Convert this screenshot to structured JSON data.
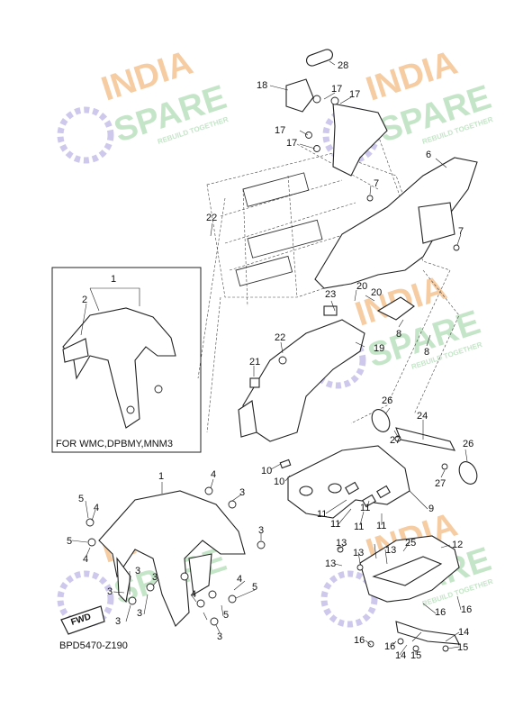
{
  "watermark": {
    "brand_line1": "INDIA",
    "brand_line2": "SPARE",
    "tagline": "REBUILD TOGETHER",
    "colors": {
      "orange": "#f6c79a",
      "green": "#bfe3c3",
      "purple": "#c9c3ea"
    }
  },
  "inset": {
    "caption": "FOR WMC,DPBMY,MNM3"
  },
  "diagram_code": "BPD5470-Z190",
  "fwd_label": "FWD",
  "callouts": [
    {
      "id": "c28",
      "text": "28"
    },
    {
      "id": "c18",
      "text": "18"
    },
    {
      "id": "c17a",
      "text": "17"
    },
    {
      "id": "c17b",
      "text": "17"
    },
    {
      "id": "c17c",
      "text": "17"
    },
    {
      "id": "c17d",
      "text": "17"
    },
    {
      "id": "c6",
      "text": "6"
    },
    {
      "id": "c7a",
      "text": "7"
    },
    {
      "id": "c7b",
      "text": "7"
    },
    {
      "id": "c22a",
      "text": "22"
    },
    {
      "id": "c1a",
      "text": "1"
    },
    {
      "id": "c2",
      "text": "2"
    },
    {
      "id": "c20a",
      "text": "20"
    },
    {
      "id": "c20b",
      "text": "20"
    },
    {
      "id": "c23",
      "text": "23"
    },
    {
      "id": "c8a",
      "text": "8"
    },
    {
      "id": "c8b",
      "text": "8"
    },
    {
      "id": "c22b",
      "text": "22"
    },
    {
      "id": "c21",
      "text": "21"
    },
    {
      "id": "c19",
      "text": "19"
    },
    {
      "id": "c26a",
      "text": "26"
    },
    {
      "id": "c24",
      "text": "24"
    },
    {
      "id": "c27a",
      "text": "27"
    },
    {
      "id": "c26b",
      "text": "26"
    },
    {
      "id": "c27b",
      "text": "27"
    },
    {
      "id": "c10a",
      "text": "10"
    },
    {
      "id": "c10b",
      "text": "10"
    },
    {
      "id": "c1b",
      "text": "1"
    },
    {
      "id": "c4a",
      "text": "4"
    },
    {
      "id": "c3a",
      "text": "3"
    },
    {
      "id": "c5a",
      "text": "5"
    },
    {
      "id": "c4b",
      "text": "4"
    },
    {
      "id": "c5b",
      "text": "5"
    },
    {
      "id": "c4c",
      "text": "4"
    },
    {
      "id": "c3b",
      "text": "3"
    },
    {
      "id": "c3c",
      "text": "3"
    },
    {
      "id": "c3d",
      "text": "3"
    },
    {
      "id": "c3e",
      "text": "3"
    },
    {
      "id": "c4d",
      "text": "4"
    },
    {
      "id": "c5c",
      "text": "5"
    },
    {
      "id": "c4e",
      "text": "4"
    },
    {
      "id": "c5d",
      "text": "5"
    },
    {
      "id": "c3f",
      "text": "3"
    },
    {
      "id": "c3g",
      "text": "3"
    },
    {
      "id": "c3h",
      "text": "3"
    },
    {
      "id": "c11a",
      "text": "11"
    },
    {
      "id": "c11b",
      "text": "11"
    },
    {
      "id": "c11c",
      "text": "11"
    },
    {
      "id": "c11d",
      "text": "11"
    },
    {
      "id": "c11e",
      "text": "11"
    },
    {
      "id": "c9",
      "text": "9"
    },
    {
      "id": "c13a",
      "text": "13"
    },
    {
      "id": "c13b",
      "text": "13"
    },
    {
      "id": "c13c",
      "text": "13"
    },
    {
      "id": "c13d",
      "text": "13"
    },
    {
      "id": "c25",
      "text": "25"
    },
    {
      "id": "c12",
      "text": "12"
    },
    {
      "id": "c16a",
      "text": "16"
    },
    {
      "id": "c16b",
      "text": "16"
    },
    {
      "id": "c16c",
      "text": "16"
    },
    {
      "id": "c16d",
      "text": "16"
    },
    {
      "id": "c14a",
      "text": "14"
    },
    {
      "id": "c14b",
      "text": "14"
    },
    {
      "id": "c15a",
      "text": "15"
    },
    {
      "id": "c15b",
      "text": "15"
    }
  ]
}
